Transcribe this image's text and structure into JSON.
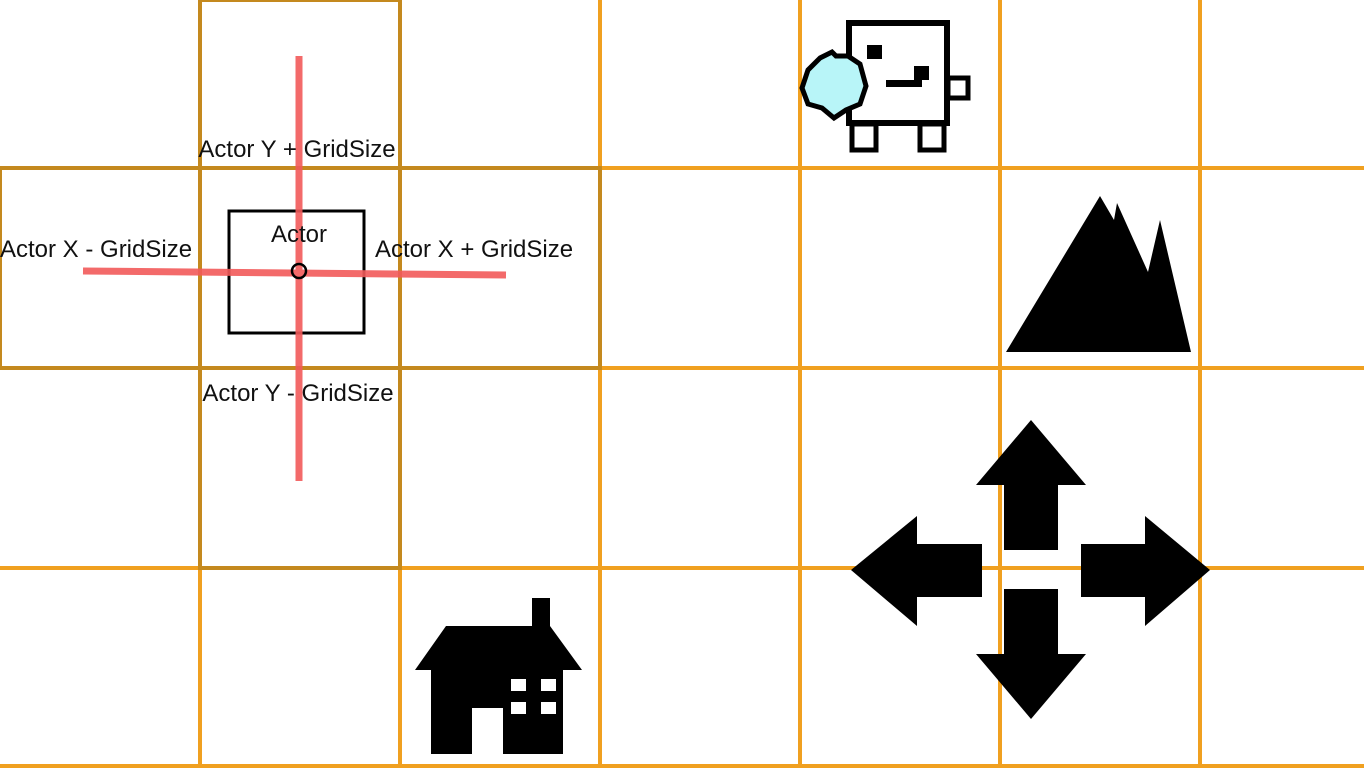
{
  "title": "",
  "colors": {
    "grid": "#F0A020",
    "grid_dark": "#C4891E",
    "crosshair": "#F25A5A",
    "player_shield": "#B8F5F8",
    "ink": "#000000",
    "background": "#FFFFFF"
  },
  "labels": {
    "actor": "Actor",
    "y_plus": "Actor Y + GridSize",
    "y_minus": "Actor Y - GridSize",
    "x_minus": "Actor X - GridSize",
    "x_plus": "Actor X + GridSize"
  },
  "icons": {
    "player": "robot-with-shield-icon",
    "mountain": "mountain-icon",
    "move": "four-direction-arrows-icon",
    "house": "house-icon"
  }
}
